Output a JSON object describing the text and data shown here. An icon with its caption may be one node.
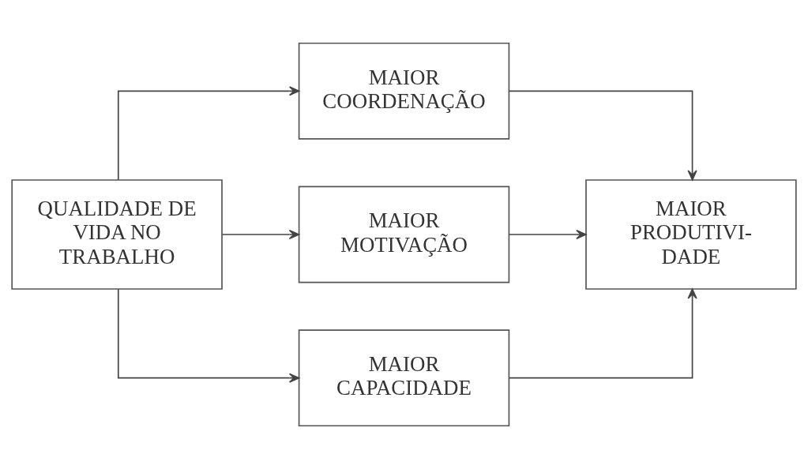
{
  "diagram": {
    "nodes": [
      {
        "text": [
          "QUALIDADE DE VIDA NO TRABALHO"
        ]
      },
      {
        "text": [
          "MAIOR COORDENAÇÃO"
        ]
      },
      {
        "text": [
          "MAIOR MOTIVAÇÃO"
        ]
      },
      {
        "text": [
          "MAIOR CAPACIDADE"
        ]
      },
      {
        "text": [
          "MAIOR PRODUTIVI- DADE"
        ]
      }
    ],
    "edges": [
      {
        "from": 0,
        "to": 1,
        "arrow": "to"
      },
      {
        "from": 0,
        "to": 2,
        "arrow": "to"
      },
      {
        "from": 0,
        "to": 3,
        "arrow": "to"
      },
      {
        "from": 1,
        "to": 4,
        "arrow": "to"
      },
      {
        "from": 2,
        "to": 4,
        "arrow": "to"
      },
      {
        "from": 3,
        "to": 4,
        "arrow": "to"
      }
    ]
  }
}
